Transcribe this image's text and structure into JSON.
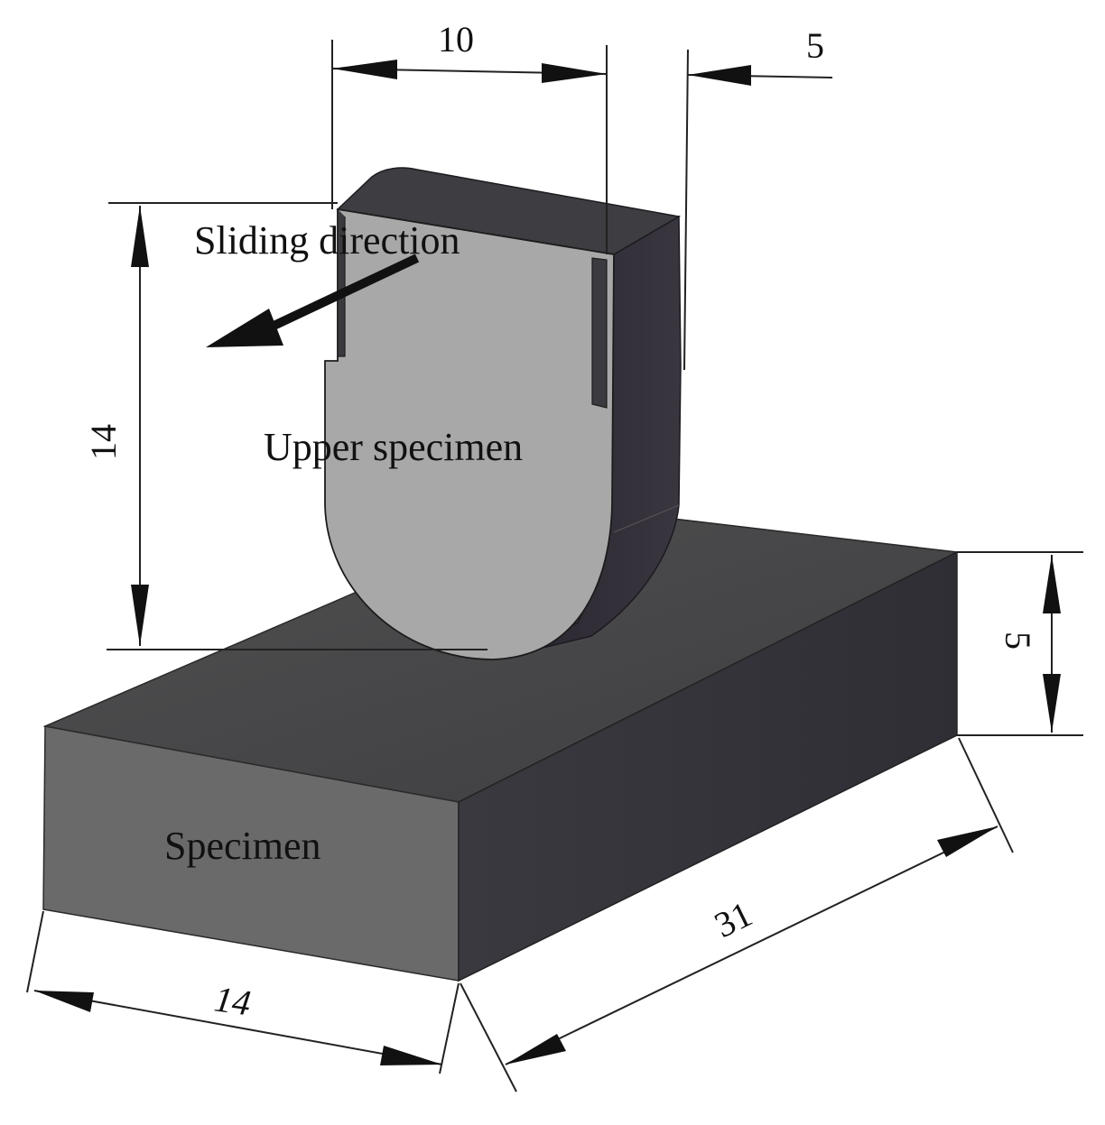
{
  "labels": {
    "sliding_direction": "Sliding direction",
    "upper_specimen": "Upper specimen",
    "specimen": "Specimen"
  },
  "dimensions": {
    "top_width": "10",
    "top_thickness": "5",
    "upper_height": "14",
    "block_height": "5",
    "block_width": "14",
    "block_length": "31"
  },
  "colors": {
    "upper_front": "#a6a6a6",
    "upper_side": "#2e2a33",
    "upper_top": "#3f3f44",
    "block_top": "#4a4a4a",
    "block_front": "#686868",
    "block_side": "#34333a",
    "arrow": "#111111"
  }
}
